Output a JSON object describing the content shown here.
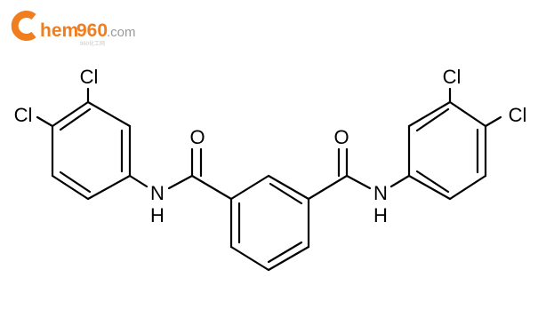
{
  "logo": {
    "c_letter": "C",
    "hem": "hem",
    "digits": "960",
    "dotcom": ".com",
    "subtitle": "960化工网",
    "colors": {
      "orange": "#f07d1e",
      "gray": "#9a9a9a"
    }
  },
  "molecule": {
    "atom_labels": {
      "cl_left_top": "Cl",
      "cl_left_outer": "Cl",
      "nh_left": "N",
      "nh_left_h": "H",
      "o_left": "O",
      "o_right": "O",
      "nh_right": "N",
      "nh_right_h": "H",
      "cl_right_top": "Cl",
      "cl_right_outer": "Cl"
    },
    "bond_color": "#000000"
  }
}
